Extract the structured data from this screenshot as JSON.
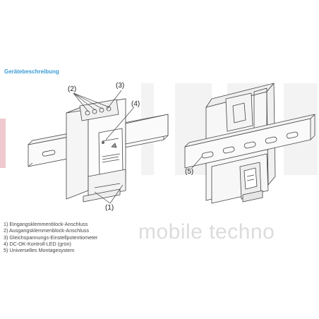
{
  "title": "Gerätebeschreibung",
  "brand_watermark": "mobile techno",
  "callouts": {
    "c1": "(1)",
    "c2": "(2)",
    "c3": "(3)",
    "c4": "(4)",
    "c5": "(5)"
  },
  "legend": [
    "1) Eingangsklemmenblock-Anschluss",
    "2) Ausgangsklemmenblock-Anschluss",
    "3) Gleichspannungs-Einstellpotentiometer",
    "4) DC-OK-Kontroll-LED (grün)",
    "5) Universelles Montagesystem"
  ],
  "colors": {
    "title": "#3a9bd5",
    "watermark_red": "#efc9cf",
    "watermark_gray": "#eeeeee"
  }
}
